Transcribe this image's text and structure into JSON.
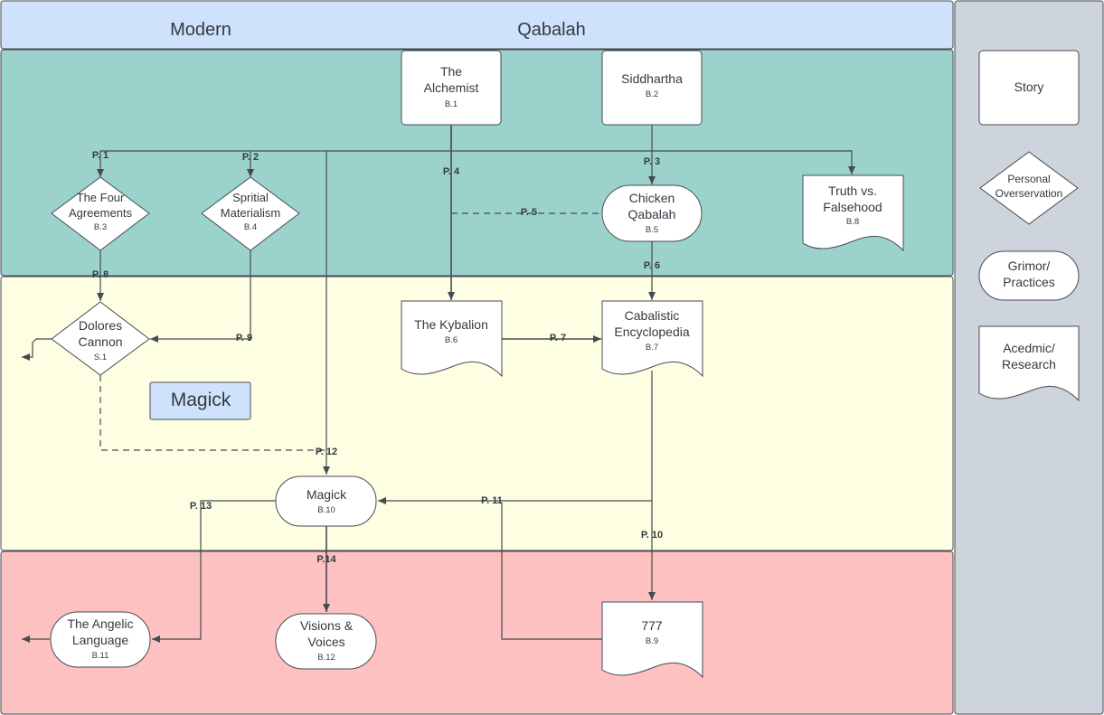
{
  "header": {
    "left": "Modern",
    "center": "Qabalah"
  },
  "colors": {
    "header": "#cfe2fb",
    "band_teal": "#9bd3cc",
    "band_yellow": "#fefee3",
    "band_red": "#fec1c1",
    "sidebar": "#cdd4dc",
    "node": "#ffffff",
    "stroke": "#454b52",
    "magick_tag": "#cfe2fb"
  },
  "tag": "Magick",
  "nodes": {
    "alchemist": {
      "lines": [
        "The",
        "Alchemist"
      ],
      "code": "B.1"
    },
    "siddhartha": {
      "lines": [
        "Siddhartha"
      ],
      "code": "B.2"
    },
    "four_agreements": {
      "lines": [
        "The Four",
        "Agreements"
      ],
      "code": "B.3"
    },
    "spiritual_materialism": {
      "lines": [
        "Spritial",
        "Materialism"
      ],
      "code": "B.4"
    },
    "chicken_qabalah": {
      "lines": [
        "Chicken",
        "Qabalah"
      ],
      "code": "B.5"
    },
    "truth_falsehood": {
      "lines": [
        "Truth vs.",
        "Falsehood"
      ],
      "code": "B.8"
    },
    "dolores_cannon": {
      "lines": [
        "Dolores",
        "Cannon"
      ],
      "code": "S.1"
    },
    "kybalion": {
      "lines": [
        "The Kybalion"
      ],
      "code": "B.6"
    },
    "cabalistic_encyclopedia": {
      "lines": [
        "Cabalistic",
        "Encyclopedia"
      ],
      "code": "B.7"
    },
    "magick": {
      "lines": [
        "Magick"
      ],
      "code": "B.10"
    },
    "angelic_language": {
      "lines": [
        "The Angelic",
        "Language"
      ],
      "code": "B.11"
    },
    "visions_voices": {
      "lines": [
        "Visions &",
        "Voices"
      ],
      "code": "B.12"
    },
    "n777": {
      "lines": [
        "777"
      ],
      "code": "B.9"
    }
  },
  "paths": [
    "P. 1",
    "P. 2",
    "P. 3",
    "P. 4",
    "P. 5",
    "P. 6",
    "P. 7",
    "P. 8",
    "P. 9",
    "P. 10",
    "P. 11",
    "P. 12",
    "P. 13",
    "P.14"
  ],
  "legend": [
    {
      "shape": "rect",
      "lines": [
        "Story"
      ]
    },
    {
      "shape": "diamond",
      "lines": [
        "Personal",
        "Overservation"
      ]
    },
    {
      "shape": "pill",
      "lines": [
        "Grimor/",
        "Practices"
      ]
    },
    {
      "shape": "doc",
      "lines": [
        "Acedmic/",
        "Research"
      ]
    }
  ]
}
